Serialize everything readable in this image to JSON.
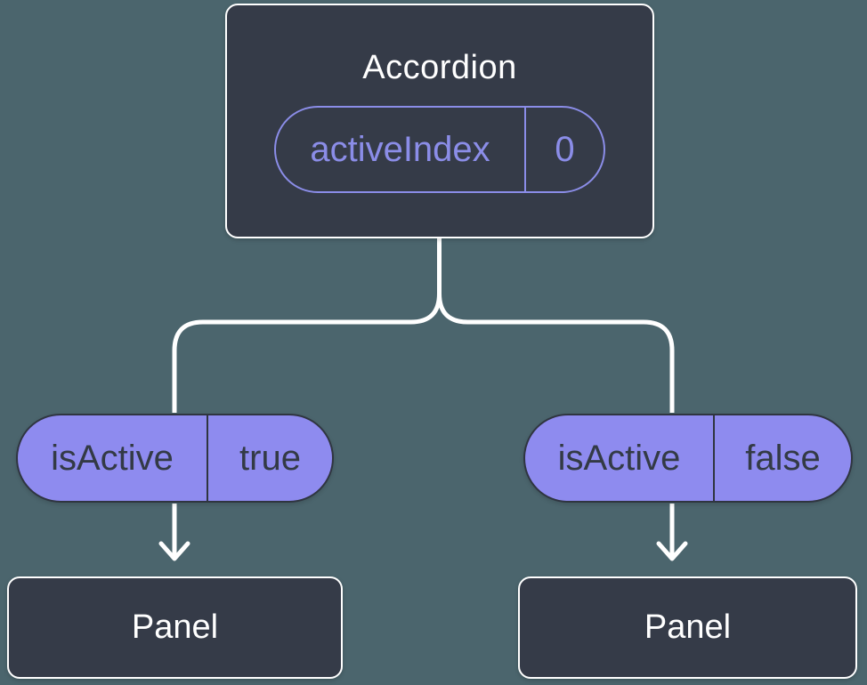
{
  "colors": {
    "background": "#4B656D",
    "node_fill": "#353B48",
    "node_border": "#FFFFFF",
    "accent_purple_outline": "#8B8DE8",
    "pill_fill": "#8E8BEF",
    "pill_dark_text": "#333A45",
    "connector": "#FFFFFF"
  },
  "root_node": {
    "title": "Accordion",
    "prop": {
      "name": "activeIndex",
      "value": "0"
    }
  },
  "children": [
    {
      "prop": {
        "name": "isActive",
        "value": "true"
      },
      "label": "Panel"
    },
    {
      "prop": {
        "name": "isActive",
        "value": "false"
      },
      "label": "Panel"
    }
  ]
}
